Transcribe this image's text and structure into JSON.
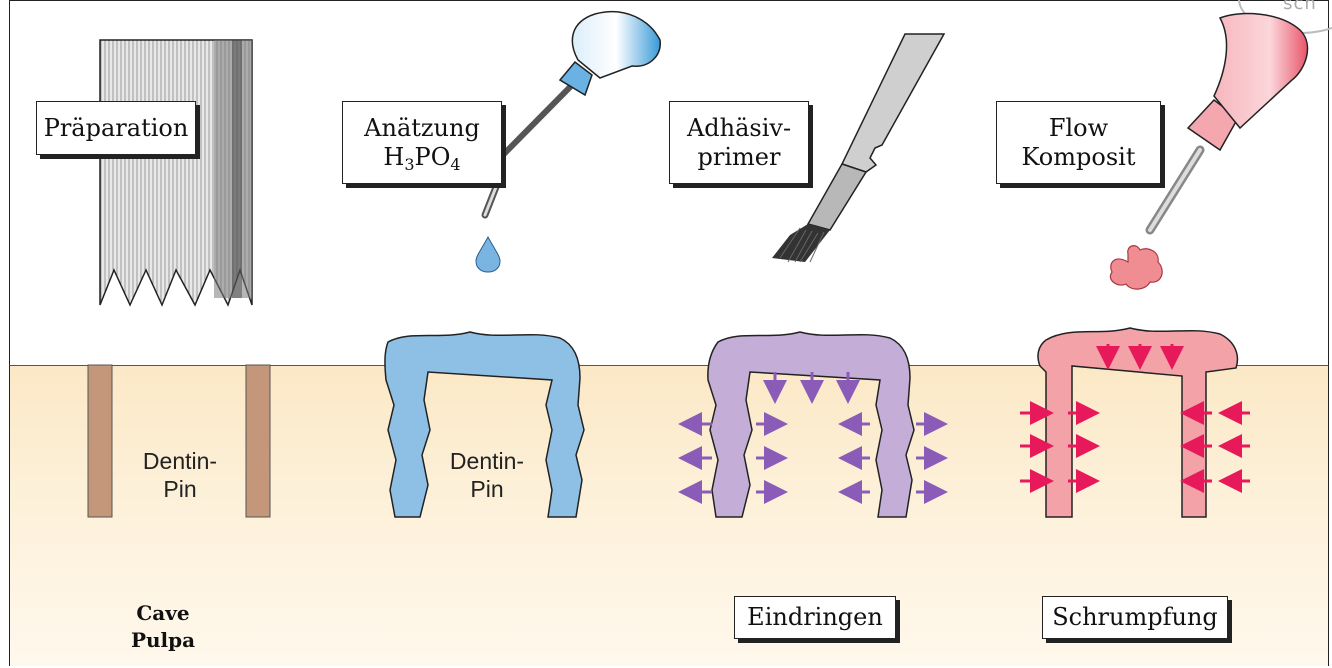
{
  "watermark": {
    "text": "sch"
  },
  "panels": [
    {
      "box_label": "Präparation"
    },
    {
      "box_label_line1": "Anätzung",
      "box_label_line2_base": "H",
      "box_label_line2_sub1": "3",
      "box_label_line2_mid": "PO",
      "box_label_line2_sub2": "4"
    },
    {
      "box_label_line1": "Adhäsiv-",
      "box_label_line2": "primer"
    },
    {
      "box_label_line1": "Flow",
      "box_label_line2": "Komposit"
    }
  ],
  "dentin_pin_label_1": {
    "line1": "Dentin-",
    "line2": "Pin"
  },
  "dentin_pin_label_2": {
    "line1": "Dentin-",
    "line2": "Pin"
  },
  "cave_label": {
    "line1": "Cave",
    "line2": "Pulpa"
  },
  "bottom_labels": {
    "penetration": "Eindringen",
    "shrinkage": "Schrumpfung"
  },
  "colors": {
    "dentin": "#fbe8c6",
    "pin_brown": "#c4967a",
    "etch_blue": "#8ec0e6",
    "primer_purple": "#c4aed8",
    "arrow_purple": "#8a5cb8",
    "composite_pink": "#f3a3a8",
    "arrow_magenta": "#e8195a"
  },
  "icons": [
    "bur-icon",
    "etch-syringe-icon",
    "drop-icon",
    "primer-brush-icon",
    "composite-syringe-icon",
    "composite-blob-icon"
  ]
}
